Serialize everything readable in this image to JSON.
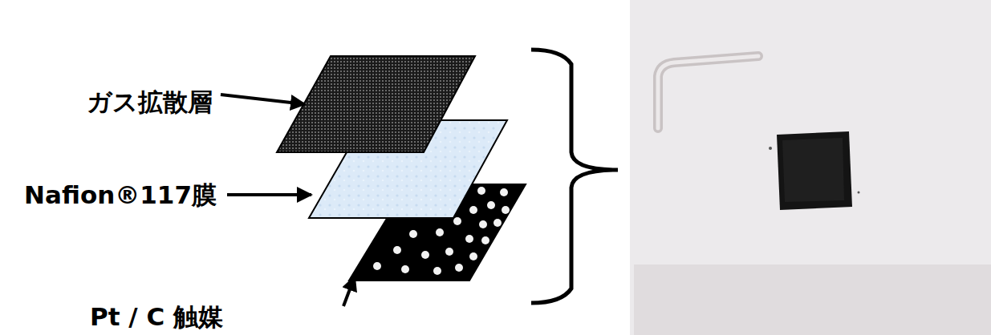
{
  "diagram": {
    "labels": [
      "ガス拡散層",
      "Nafion®117膜",
      "Pt / C 触媒"
    ]
  }
}
